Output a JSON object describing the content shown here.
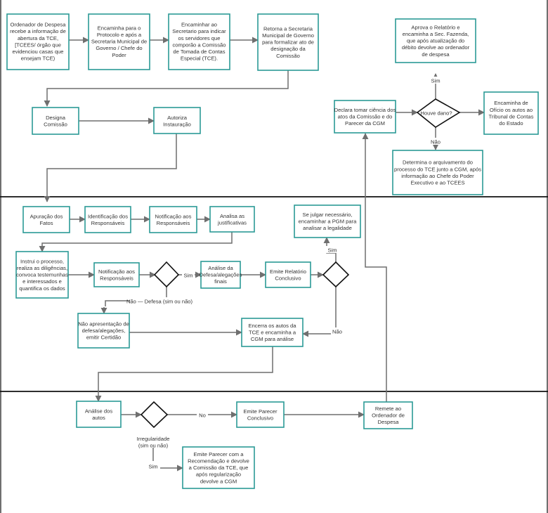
{
  "colors": {
    "box_border": "#2b9a96",
    "connector": "#6f6f6f",
    "text": "#333333",
    "separator": "#111111"
  },
  "nodes": {
    "n1": "Ordenador de Despesa|recebe a informação de|abertura da TCE,|[TCEES/ órgão que|evidenciou casas que|ensejam TCE)",
    "n2": "Encaminha para o|Protocolo  e após a|Secretaria Municipal de|Governo / Chefe do|Poder",
    "n3": "Encaminhar ao|Secretario para indicar|os servidores que|comporão a Comissão|de Tomada de Contas|Especial (TCE).",
    "n4": "Retorna a Secretaria|Municipal de Governo|para formalizar ato de|designação da|Comissão",
    "n5": "Designa|Comissão",
    "n6": "Autoriza|Instauração",
    "n7": "Aprova o Relatório e|encaminha a Sec. Fazenda,|que após atualização do|débito devolve ao ordenador|de despesa",
    "n8": "Declara tomar ciência dos|atos da Comissão e do|Parecer da CGM",
    "n9": "Encaminha de|Ofício os autos ao|Tribunal  de Contas|do Estado",
    "n10": "Determina o arquivamento do|processo do TCE junto a CGM, após|informação ao Chefe do Poder|Executivo e ao TCEES",
    "n11": "Apuração dos|Fatos",
    "n12": "Identificação dos|Responsáveis",
    "n13": "Notificação aos|Responsáveis",
    "n14": "Analisa as|justificativas",
    "n15": "Se julgar necessário,|encaminhar a PGM para|analisar a legalidade",
    "n16": "Instrui o processo,|realiza as diligências,|convoca testemunhas|e interessados e|quantifica os dados",
    "n17": "Notificação aos|Responsáveis",
    "n18": "Análise da|Defesa/alegações|finais",
    "n19": "Emite Relatório|Conclusivo",
    "n20": "Não apresentação de|defesa/alegações,|emitir Certidão",
    "n21": "Encerra os autos da|TCE e encaminha a|CGM  para análise",
    "n22": "Análise dos|autos",
    "n23": "Emite Parecer|Conclusivo",
    "n24": "Remete ao|Ordenador de|Despesa",
    "n25": "Emite Parecer com a|Recomendação e devolve|a Comissão da TCE, que|após regularização|devolve a CGM"
  },
  "decisions": {
    "d1": "Houve dano?",
    "d2": "",
    "d3": "",
    "d4": "Irregularidade|(sim ou não)"
  },
  "labels": {
    "l_sim_top": "Sim",
    "l_nao_top": "Não",
    "l_sim_defesa": "Sim",
    "l_nao_defesa": "Não  —  Defesa (sim ou não)",
    "l_sim_pgm": "Sim",
    "l_nao_pgm": "Não",
    "l_nao_irreg": "No",
    "l_sim_irreg": "Sim"
  }
}
